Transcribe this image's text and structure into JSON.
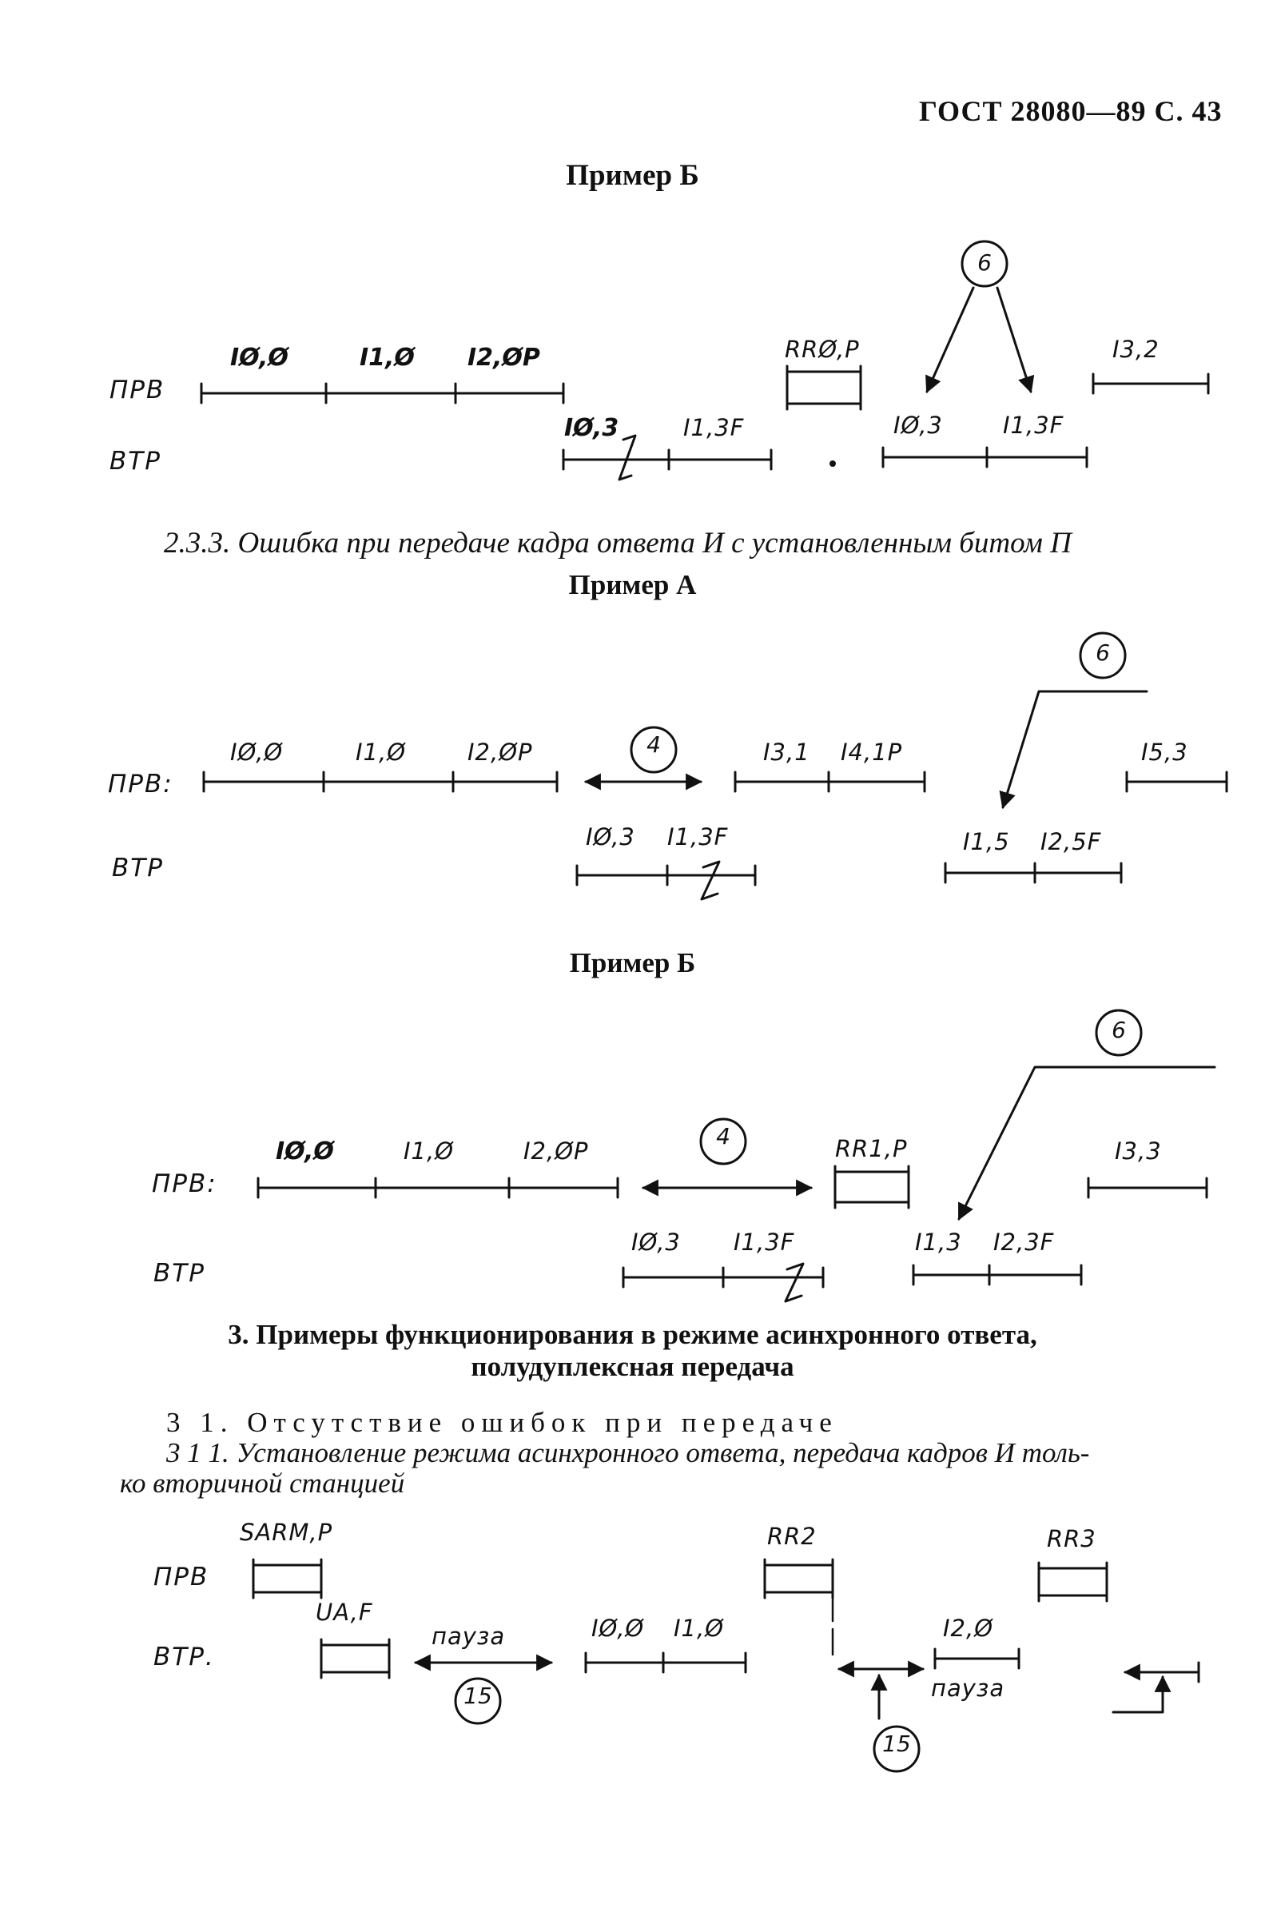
{
  "header": {
    "page_ref": "ГОСТ 28080—89 С. 43"
  },
  "blocks": {
    "b1": {
      "heading": "Пример Б",
      "labels": {
        "prv": "ПРВ",
        "vtr": "ВТР"
      },
      "frames": [
        "IØ,Ø",
        "I1,Ø",
        "I2,ØP",
        "RRØ,P",
        "I3,2",
        "IØ,3",
        "I1,3F",
        "IØ,3",
        "I1,3F"
      ],
      "marker": "6"
    },
    "s233": {
      "title": "2.3.3. Ошибка при передаче кадра ответа И с установленным битом П"
    },
    "b2": {
      "heading": "Пример А",
      "labels": {
        "prv": "ПРВ:",
        "vtr": "ВТР"
      },
      "frames": [
        "IØ,Ø",
        "I1,Ø",
        "I2,ØP",
        "I3,1",
        "I4,1P",
        "I5,3",
        "IØ,3",
        "I1,3F",
        "I1,5",
        "I2,5F"
      ],
      "markers": [
        "4",
        "6"
      ]
    },
    "b3": {
      "heading": "Пример Б",
      "labels": {
        "prv": "ПРВ:",
        "vtr": "ВТР"
      },
      "frames": [
        "IØ,Ø",
        "I1,Ø",
        "I2,ØP",
        "RR1,P",
        "I3,3",
        "IØ,3",
        "I1,3F",
        "I1,3",
        "I2,3F"
      ],
      "markers": [
        "4",
        "6"
      ]
    },
    "s3": {
      "title_line1": "3. Примеры функционирования в режиме асинхронного ответа,",
      "title_line2": "полудуплексная передача",
      "p31": "3 1. Отсутствие ошибок при передаче",
      "p311_line1": "3 1 1. Установление режима асинхронного ответа, передача кадров И толь-",
      "p311_line2": "ко вторичной станцией"
    },
    "b4": {
      "labels": {
        "prv": "ПРВ",
        "vtr": "ВТР."
      },
      "frames": [
        "SARM,P",
        "RR2",
        "RR3",
        "UA,F",
        "IØ,Ø",
        "I1,Ø",
        "I2,Ø"
      ],
      "pause": [
        "пауза",
        "пауза"
      ],
      "markers": [
        "15",
        "15"
      ]
    }
  }
}
